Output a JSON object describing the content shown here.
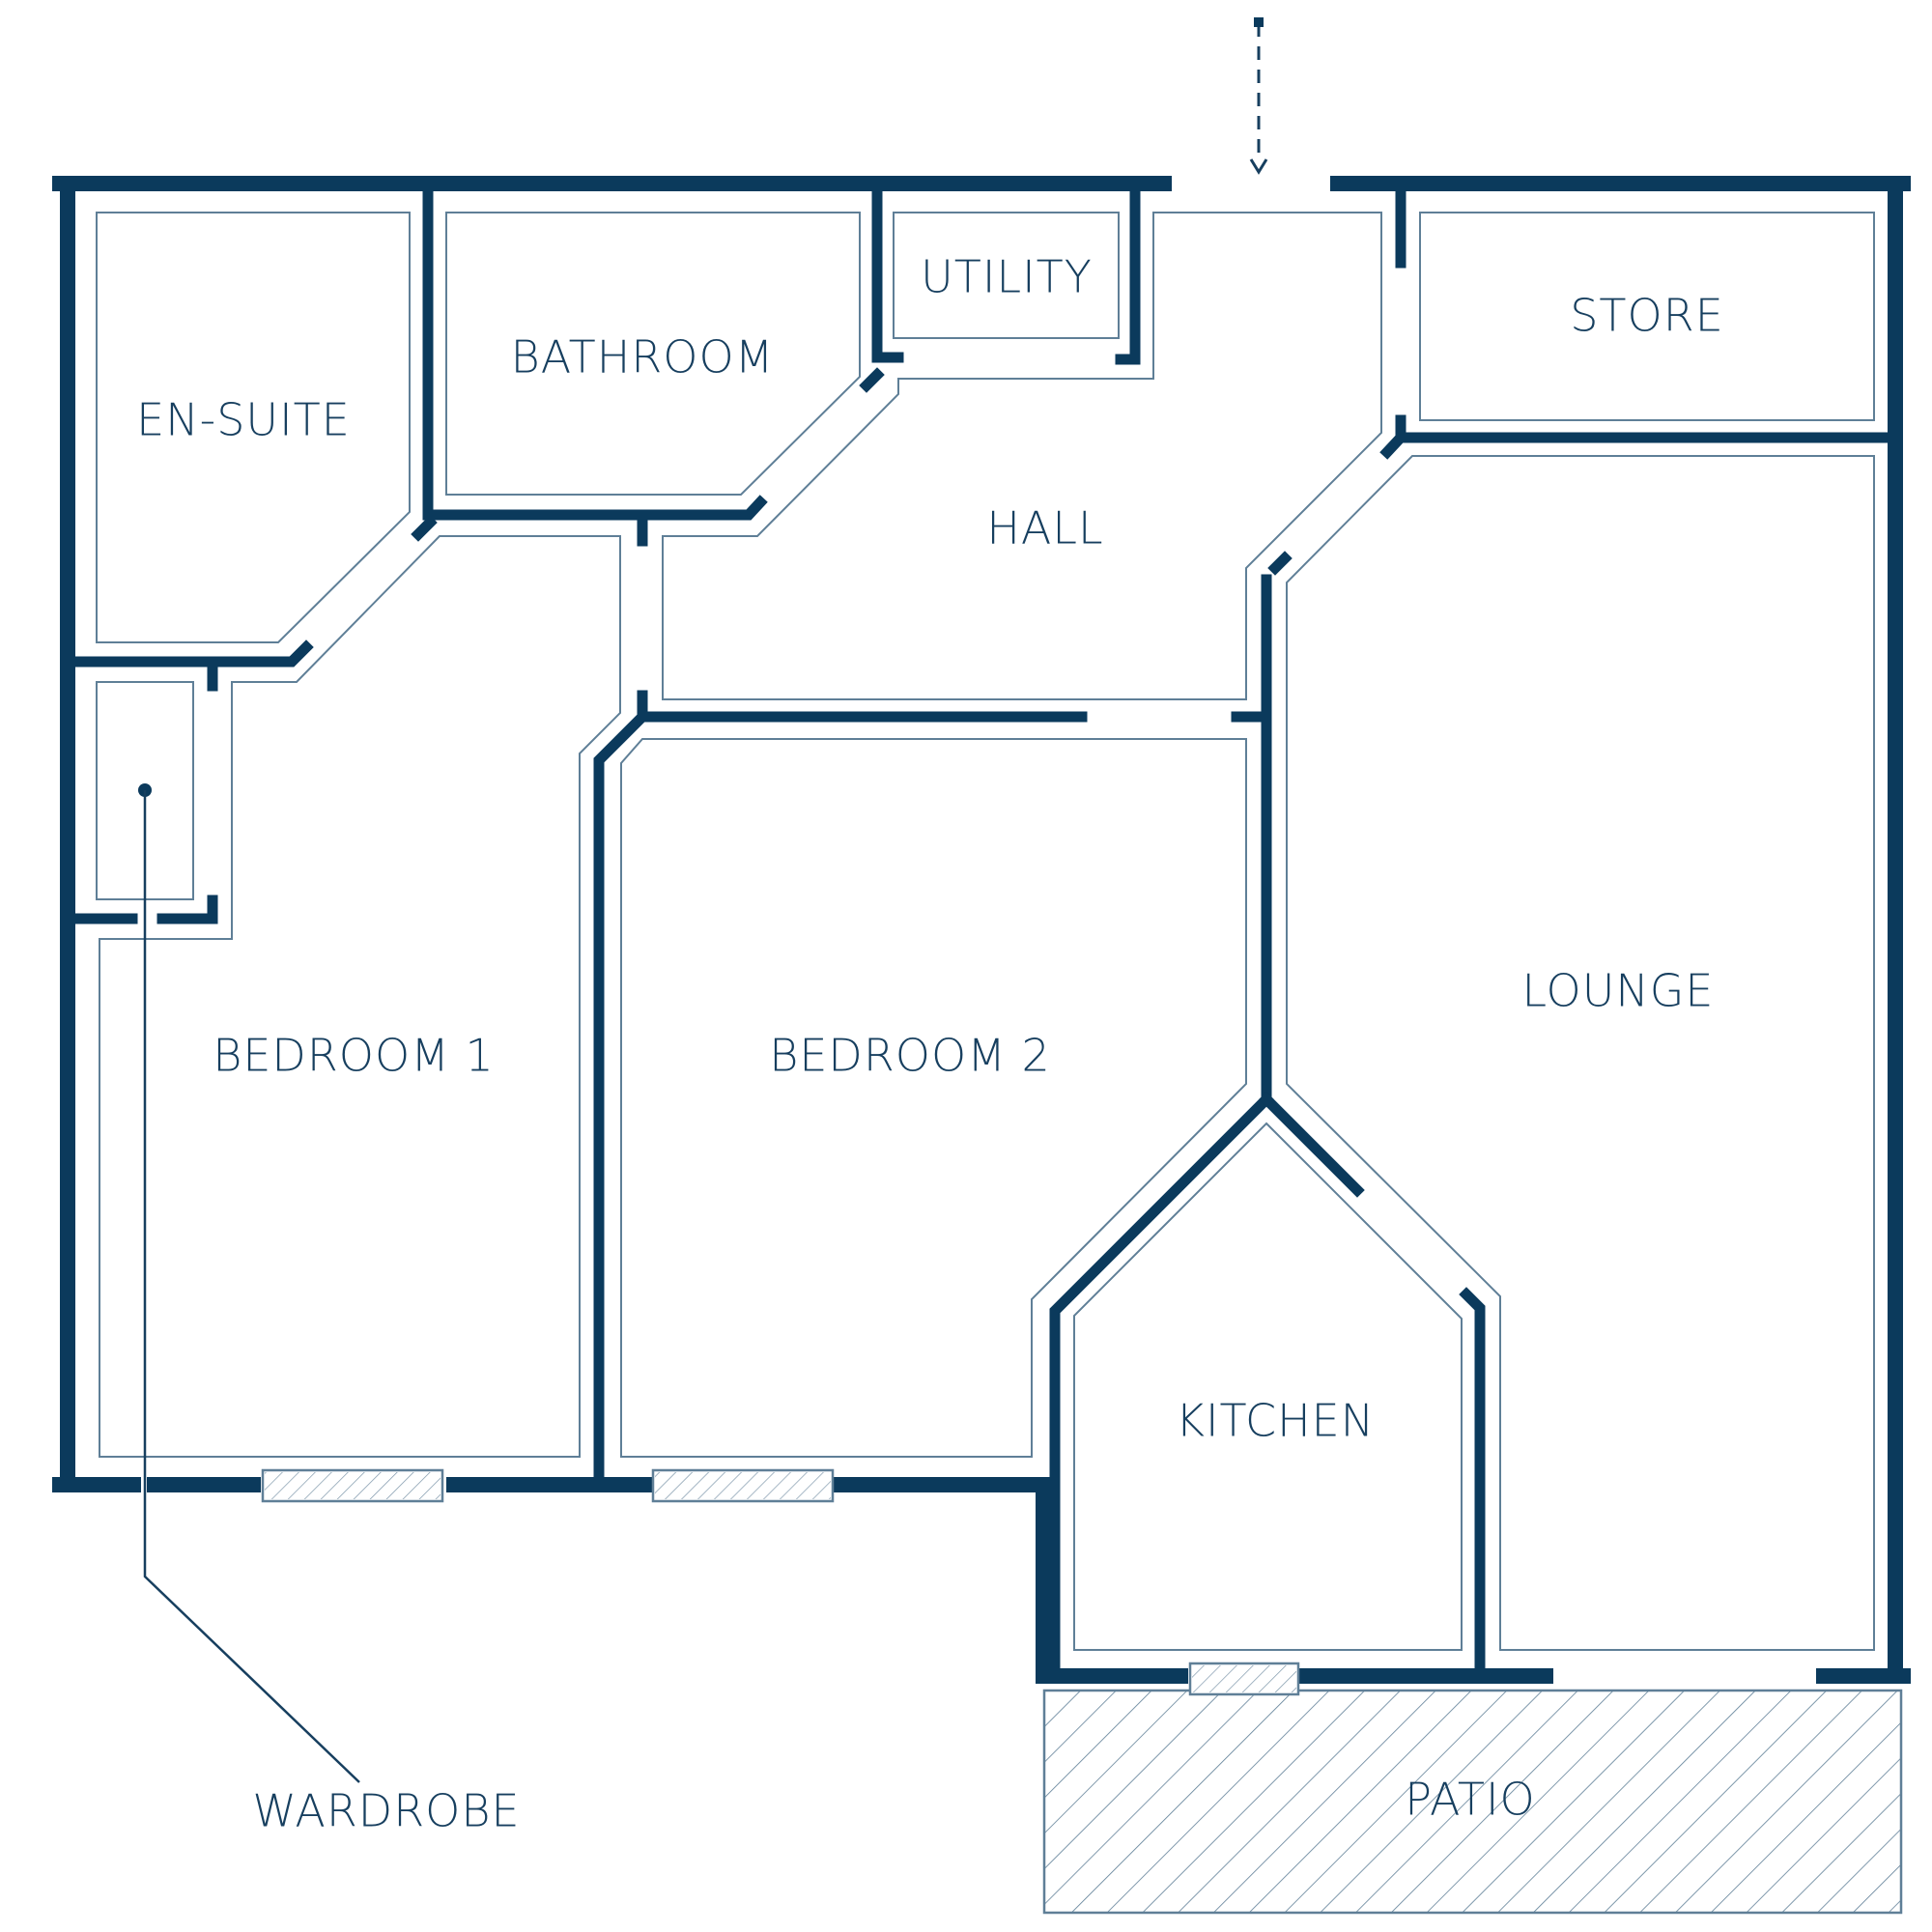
{
  "rooms": {
    "en_suite": "EN-SUITE",
    "bathroom": "BATHROOM",
    "utility": "UTILITY",
    "store": "STORE",
    "hall": "HALL",
    "bedroom_1": "BEDROOM 1",
    "bedroom_2": "BEDROOM 2",
    "lounge": "LOUNGE",
    "kitchen": "KITCHEN",
    "patio": "PATIO"
  },
  "annotations": {
    "wardrobe": "WARDROBE"
  },
  "colors": {
    "wall": "#0b3a5c",
    "text": "#173f5f",
    "outline": "#5f7f97"
  }
}
